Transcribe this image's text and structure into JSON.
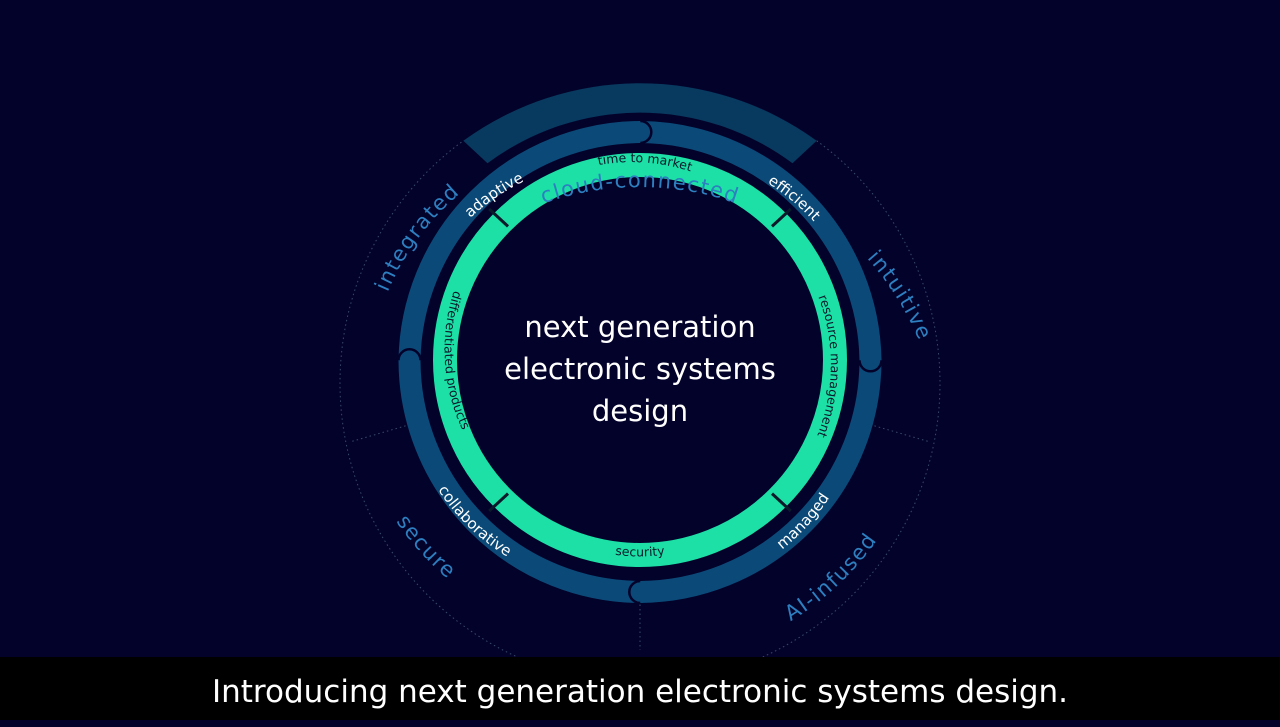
{
  "diagram": {
    "center_title": [
      "next generation",
      "electronic systems",
      "design"
    ],
    "outer_ring": [
      {
        "label": "cloud-connected"
      },
      {
        "label": "intuitive"
      },
      {
        "label": "AI-infused"
      },
      {
        "label": "secure"
      },
      {
        "label": "integrated"
      }
    ],
    "middle_ring": [
      {
        "label": "adaptive"
      },
      {
        "label": "efficient"
      },
      {
        "label": "managed"
      },
      {
        "label": "collaborative"
      }
    ],
    "inner_ring": [
      {
        "label": "time to market"
      },
      {
        "label": "resource management"
      },
      {
        "label": "security"
      },
      {
        "label": "differentiated products"
      }
    ]
  },
  "caption": "Introducing next generation electronic systems design.",
  "colors": {
    "background": "#03022a",
    "outer_text": "#2d7fc0",
    "middle_ring": "#0b4a78",
    "inner_ring": "#1ce0a6",
    "highlight_sector": "#08395e",
    "caption_bar": "#000000"
  }
}
